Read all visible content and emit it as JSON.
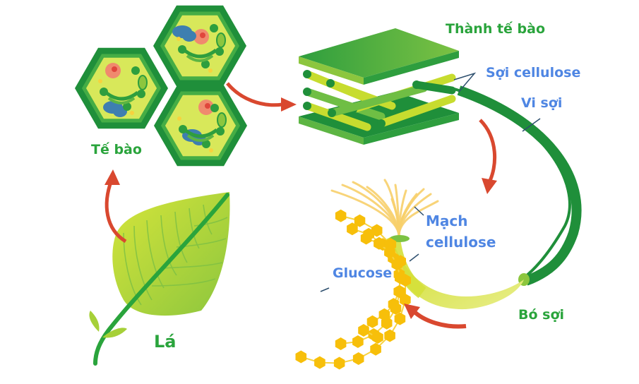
{
  "title": "Cellulose structure from leaf to glucose",
  "labels": {
    "cell_wall": "Thành tế bào",
    "cellulose_fiber": "Sợi cellulose",
    "microfibril": "Vi sợi",
    "cellulose_chain_line1": "Mạch",
    "cellulose_chain_line2": "cellulose",
    "glucose": "Glucose",
    "fiber_bundle": "Bó sợi",
    "cell": "Tế bào",
    "leaf": "Lá"
  },
  "colors": {
    "green_label": "#2aa43c",
    "blue_label": "#4f86e3",
    "arrow": "#d9482f",
    "dark_green": "#1f8f3a",
    "light_green": "#a6d038",
    "yellow_green": "#d4e03a",
    "glucose_yellow": "#f7bf0a",
    "cytoplasm": "#d8e85a",
    "nucleus": "#f08a6e",
    "vacuole": "#3e7fb0"
  },
  "flow": [
    "Lá",
    "Tế bào",
    "Thành tế bào",
    "Vi sợi",
    "Mạch cellulose",
    "Glucose"
  ]
}
